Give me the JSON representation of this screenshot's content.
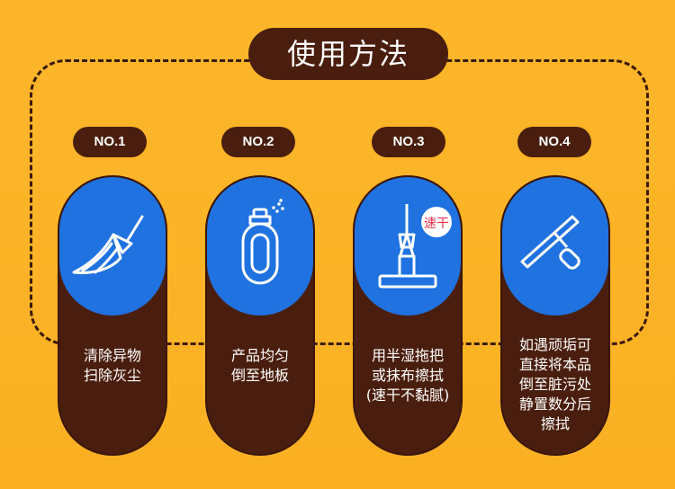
{
  "title": "使用方法",
  "steps": [
    {
      "no": "NO.1",
      "lines": [
        "清除异物",
        "扫除灰尘"
      ],
      "icon": "broom-icon"
    },
    {
      "no": "NO.2",
      "lines": [
        "产品均匀",
        "倒至地板"
      ],
      "icon": "spray-bottle-icon"
    },
    {
      "no": "NO.3",
      "lines": [
        "用半湿拖把",
        "或抹布擦拭",
        "(速干不黏腻)"
      ],
      "icon": "mop-icon",
      "badge": "速干"
    },
    {
      "no": "NO.4",
      "lines": [
        "如遇顽垢可",
        "直接将本品",
        "倒至脏污处",
        "静置数分后",
        "擦拭"
      ],
      "icon": "squeegee-icon"
    }
  ],
  "colors": {
    "background": "#fbb023",
    "dark_brown": "#4a1e0e",
    "blue": "#1f72e0",
    "badge_red": "#e8334a"
  }
}
